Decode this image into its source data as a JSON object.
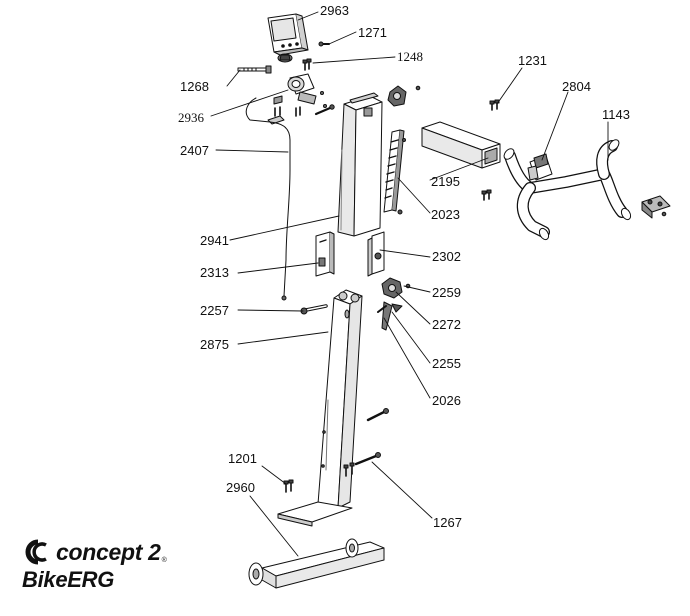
{
  "callouts": [
    {
      "id": "2963",
      "label": "2963"
    },
    {
      "id": "1271",
      "label": "1271"
    },
    {
      "id": "1248",
      "label": "1248"
    },
    {
      "id": "1268",
      "label": "1268"
    },
    {
      "id": "2936",
      "label": "2936"
    },
    {
      "id": "2407",
      "label": "2407"
    },
    {
      "id": "1231",
      "label": "1231"
    },
    {
      "id": "2804",
      "label": "2804"
    },
    {
      "id": "1143",
      "label": "1143"
    },
    {
      "id": "2195",
      "label": "2195"
    },
    {
      "id": "2023",
      "label": "2023"
    },
    {
      "id": "2941",
      "label": "2941"
    },
    {
      "id": "2313",
      "label": "2313"
    },
    {
      "id": "2302",
      "label": "2302"
    },
    {
      "id": "2259",
      "label": "2259"
    },
    {
      "id": "2257",
      "label": "2257"
    },
    {
      "id": "2272",
      "label": "2272"
    },
    {
      "id": "2875",
      "label": "2875"
    },
    {
      "id": "2255",
      "label": "2255"
    },
    {
      "id": "2026",
      "label": "2026"
    },
    {
      "id": "1201",
      "label": "1201"
    },
    {
      "id": "2960",
      "label": "2960"
    },
    {
      "id": "1267",
      "label": "1267"
    }
  ],
  "brand": {
    "name": "concept 2",
    "registered": "®",
    "model": "BikeERG"
  },
  "colors": {
    "line": "#111111",
    "part_fill": "#ffffff",
    "part_shade": "#d9d9d9",
    "part_dark": "#8a8a8a"
  }
}
